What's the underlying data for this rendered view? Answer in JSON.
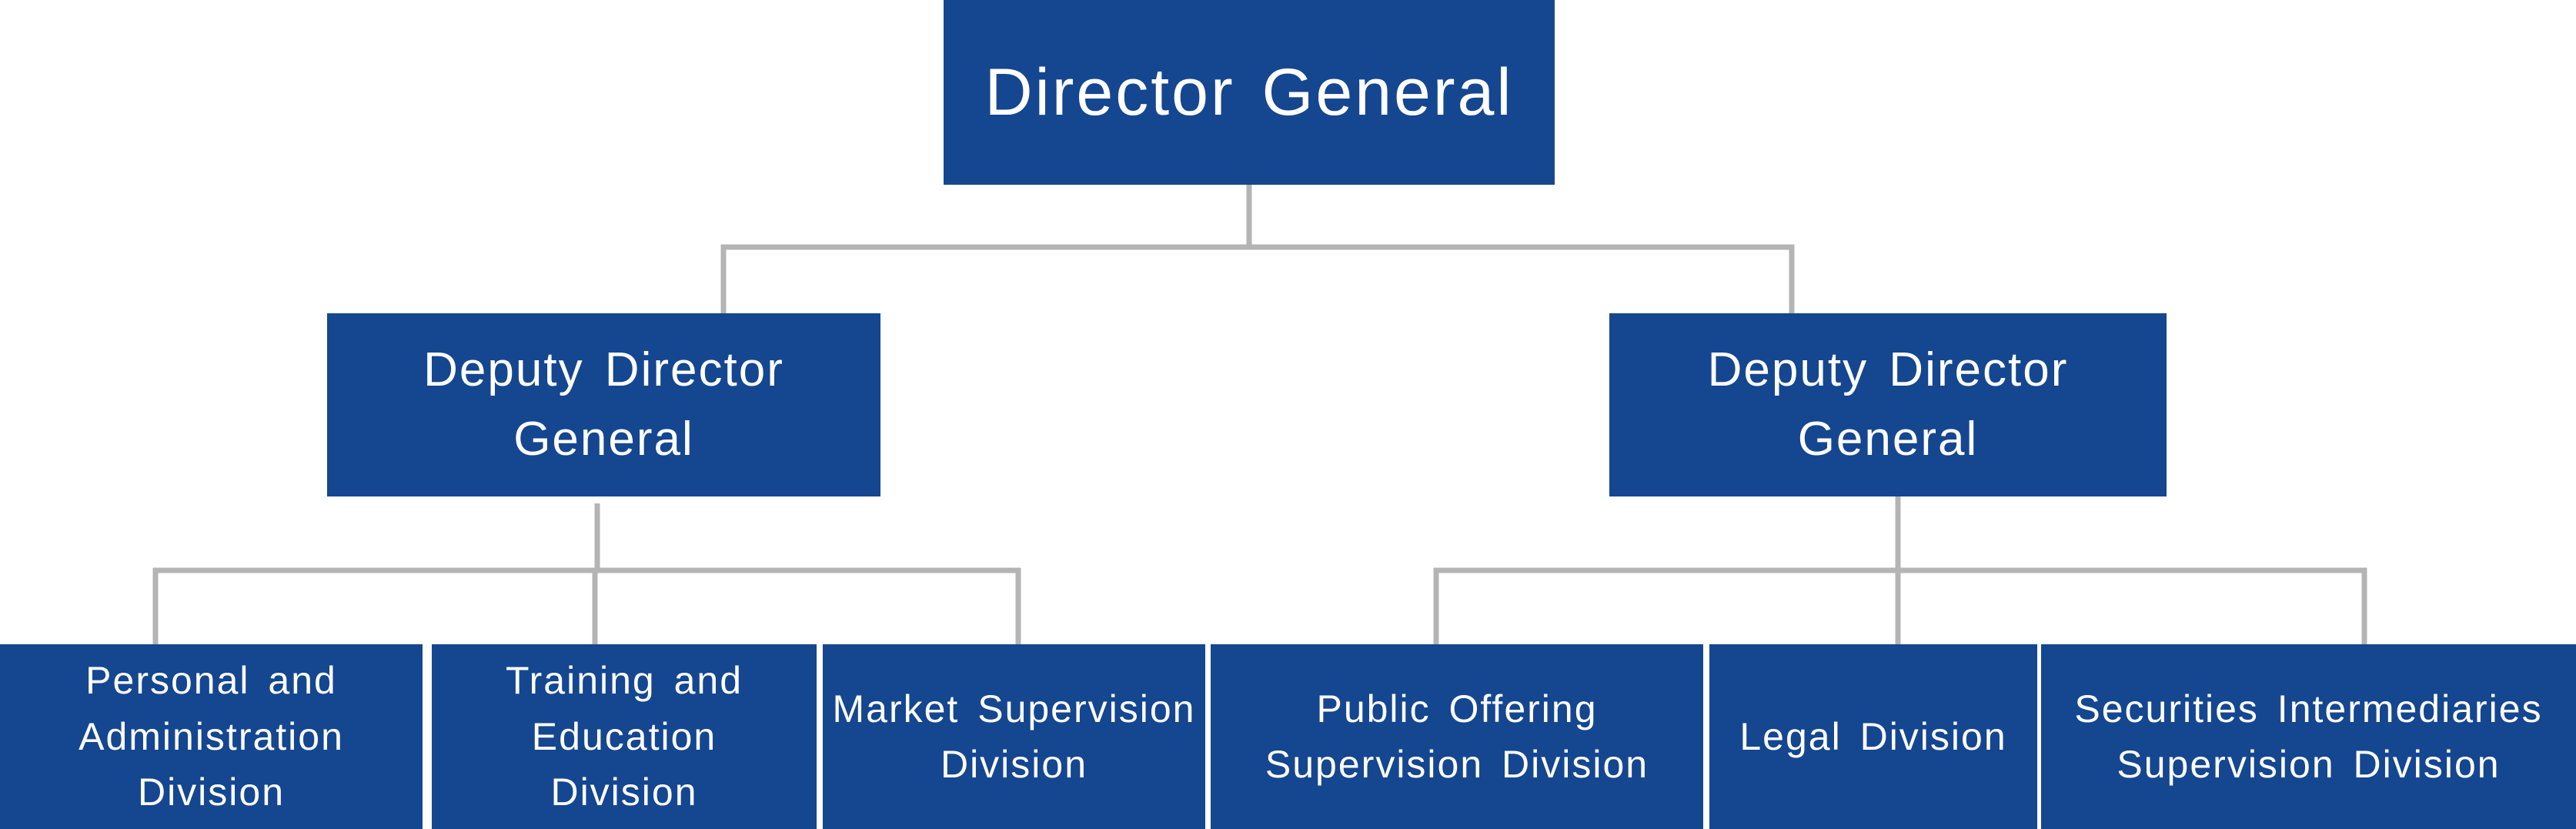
{
  "org_chart": {
    "director_general": {
      "label": "Director General"
    },
    "deputies": [
      {
        "label": "Deputy Director General",
        "divisions": [
          {
            "label": "Personal and\nAdministration Division"
          },
          {
            "label": "Training and Education\nDivision"
          },
          {
            "label": "Market Supervision\nDivision"
          }
        ]
      },
      {
        "label": "Deputy Director General",
        "divisions": [
          {
            "label": "Public Offering\nSupervision Division"
          },
          {
            "label": "Legal Division"
          },
          {
            "label": "Securities Intermediaries\nSupervision Division"
          }
        ]
      }
    ]
  },
  "colors": {
    "box_fill": "#154690",
    "box_text": "#ffffff",
    "connector": "#b4b4b4"
  }
}
